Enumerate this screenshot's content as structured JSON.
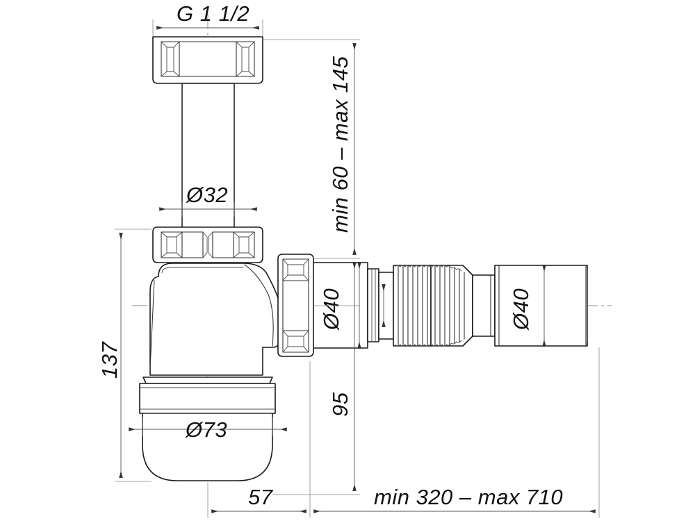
{
  "drawing": {
    "title": "bottle-trap-technical-drawing",
    "background_color": "#ffffff",
    "line_color": "#1a1a1a",
    "dimension_color": "#555555",
    "center_line_color": "#8a8a8a"
  },
  "dimensions": {
    "top_thread": "G 1 1/2",
    "inlet_pipe_diameter": "Ø32",
    "vertical_adjust": "min 60 – max 145",
    "outlet_diameter_near": "Ø40",
    "outlet_diameter_far": "Ø40",
    "body_height": "137",
    "bowl_diameter": "Ø73",
    "outlet_height": "95",
    "body_offset": "57",
    "horizontal_reach": "min 320 – max 710"
  },
  "parts": {
    "top_nut": "top-union-nut",
    "inlet_tube": "inlet-tube",
    "mid_nut": "middle-union-nut",
    "trap_body": "trap-body",
    "bowl": "removable-bowl-cup",
    "outlet_nut": "outlet-union-nut",
    "outlet_pipe": "outlet-pipe",
    "bellows": "corrugated-flexible-hose",
    "end_socket": "end-socket"
  }
}
